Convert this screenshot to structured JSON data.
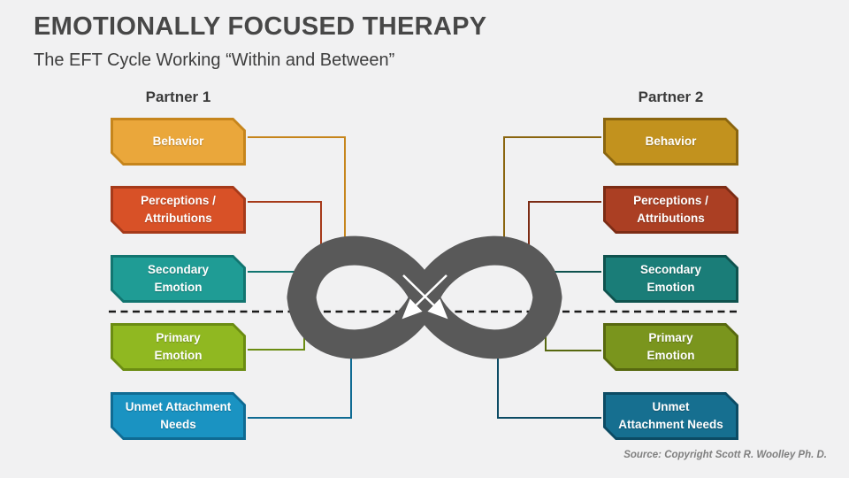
{
  "slide": {
    "title": "EMOTIONALLY FOCUSED THERAPY",
    "subtitle": "The EFT Cycle Working “Within and Between”",
    "source": "Source: Copyright Scott R. Woolley Ph. D.",
    "background_color": "#F1F1F2"
  },
  "columns": [
    {
      "header": "Partner 1",
      "boxes": [
        {
          "label": "Behavior",
          "fill": "#EAA73B",
          "border": "#C6851C"
        },
        {
          "label": "Perceptions /\nAttributions",
          "fill": "#D85127",
          "border": "#A63A1A"
        },
        {
          "label": "Secondary\nEmotion",
          "fill": "#1F9C95",
          "border": "#127570"
        },
        {
          "label": "Primary\nEmotion",
          "fill": "#90B821",
          "border": "#6B8C12"
        },
        {
          "label": "Unmet Attachment\nNeeds",
          "fill": "#1A93C2",
          "border": "#0F6B93"
        }
      ]
    },
    {
      "header": "Partner 2",
      "boxes": [
        {
          "label": "Behavior",
          "fill": "#C2921E",
          "border": "#8A650F"
        },
        {
          "label": "Perceptions /\nAttributions",
          "fill": "#AB3F23",
          "border": "#7C2C15"
        },
        {
          "label": "Secondary\nEmotion",
          "fill": "#1A7D78",
          "border": "#0F524E"
        },
        {
          "label": "Primary\nEmotion",
          "fill": "#7A951D",
          "border": "#57680F"
        },
        {
          "label": "Unmet\nAttachment Needs",
          "fill": "#166F90",
          "border": "#0C4B64"
        }
      ]
    }
  ],
  "diagram": {
    "infinity_color": "#595959",
    "dashed_line_color": "#1A1A1A",
    "arrow_color": "#FFFFFF"
  }
}
